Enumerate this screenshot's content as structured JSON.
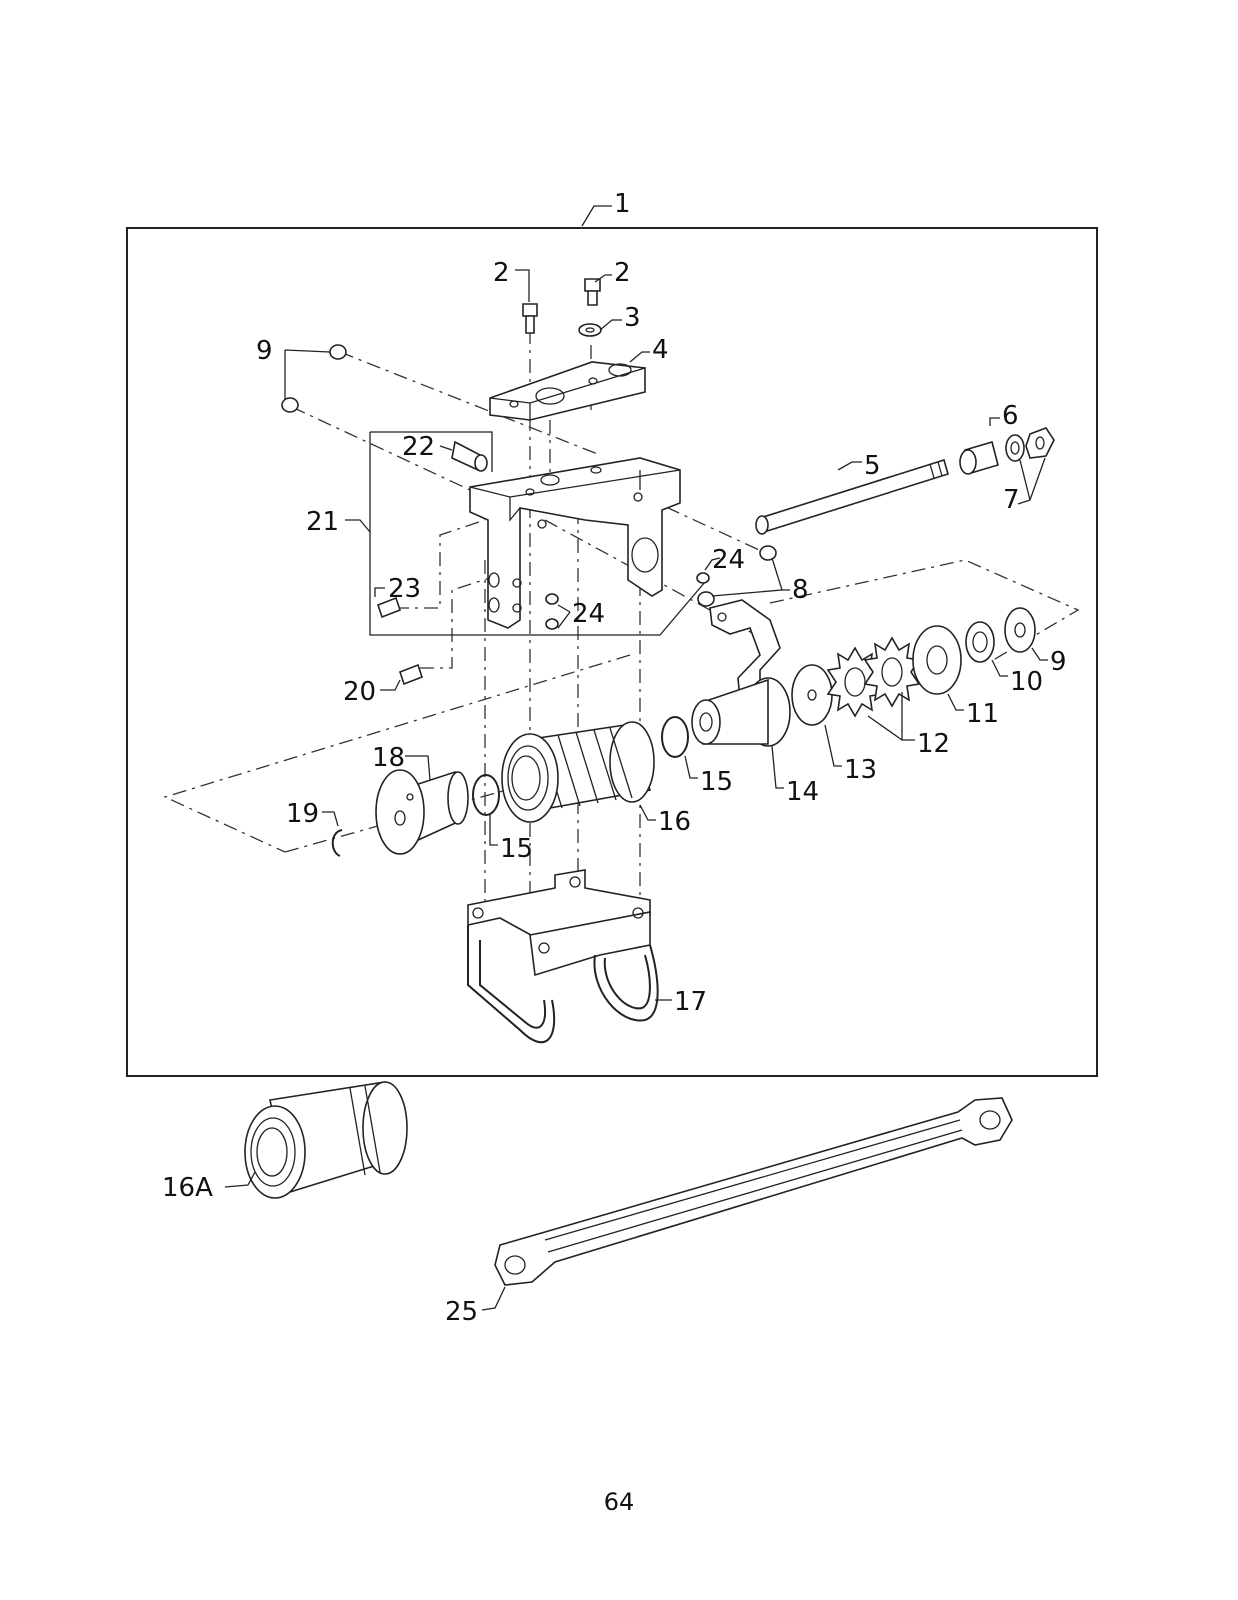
{
  "page_number": "64",
  "parts": [
    {
      "id": "p1",
      "label": "1"
    },
    {
      "id": "p2a",
      "label": "2"
    },
    {
      "id": "p2b",
      "label": "2"
    },
    {
      "id": "p3",
      "label": "3"
    },
    {
      "id": "p4",
      "label": "4"
    },
    {
      "id": "p5",
      "label": "5"
    },
    {
      "id": "p6",
      "label": "6"
    },
    {
      "id": "p7",
      "label": "7"
    },
    {
      "id": "p8",
      "label": "8"
    },
    {
      "id": "p9a",
      "label": "9"
    },
    {
      "id": "p9b",
      "label": "9"
    },
    {
      "id": "p10",
      "label": "10"
    },
    {
      "id": "p11",
      "label": "11"
    },
    {
      "id": "p12",
      "label": "12"
    },
    {
      "id": "p13",
      "label": "13"
    },
    {
      "id": "p14",
      "label": "14"
    },
    {
      "id": "p15a",
      "label": "15"
    },
    {
      "id": "p15b",
      "label": "15"
    },
    {
      "id": "p16",
      "label": "16"
    },
    {
      "id": "p16A",
      "label": "16A"
    },
    {
      "id": "p17",
      "label": "17"
    },
    {
      "id": "p18",
      "label": "18"
    },
    {
      "id": "p19",
      "label": "19"
    },
    {
      "id": "p20",
      "label": "20"
    },
    {
      "id": "p21",
      "label": "21"
    },
    {
      "id": "p22",
      "label": "22"
    },
    {
      "id": "p23",
      "label": "23"
    },
    {
      "id": "p24a",
      "label": "24"
    },
    {
      "id": "p24b",
      "label": "24"
    },
    {
      "id": "p25",
      "label": "25"
    }
  ]
}
